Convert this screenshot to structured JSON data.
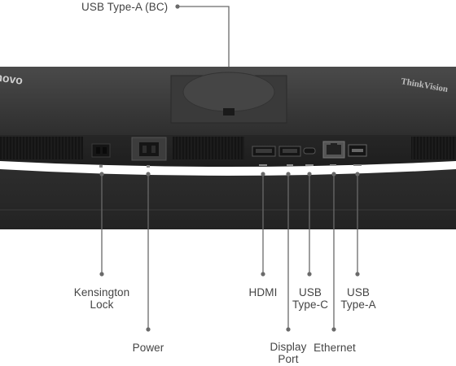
{
  "callouts": {
    "usb_type_a_bc": "USB Type-A (BC)",
    "kensington_lock": "Kensington\nLock",
    "power": "Power",
    "hdmi": "HDMI",
    "display_port": "Display\nPort",
    "usb_type_c": "USB\nType-C",
    "ethernet": "Ethernet",
    "usb_type_a": "USB\nType-A"
  },
  "monitor": {
    "brand_left_text": "novo",
    "brand_right_text": "ThinkVision"
  },
  "colors": {
    "body_dark": "#2b2b2b",
    "body_top": "#3a3a3a",
    "callout_line": "#6a6a6a",
    "label_text": "#444444"
  }
}
